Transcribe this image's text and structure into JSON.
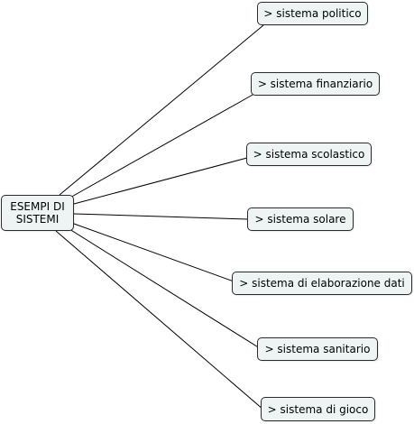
{
  "map": {
    "root": {
      "label_line1": "ESEMPI DI",
      "label_line2": "SISTEMI"
    },
    "children": [
      {
        "label": "> sistema politico"
      },
      {
        "label": "> sistema finanziario"
      },
      {
        "label": "> sistema scolastico"
      },
      {
        "label": "> sistema solare"
      },
      {
        "label": "> sistema di elaborazione dati"
      },
      {
        "label": "> sistema sanitario"
      },
      {
        "label": "> sistema di gioco"
      }
    ]
  },
  "colors": {
    "node_fill": "#eef3f4",
    "node_border": "#2b2b2b",
    "connector": "#000000",
    "background": "#ffffff"
  }
}
